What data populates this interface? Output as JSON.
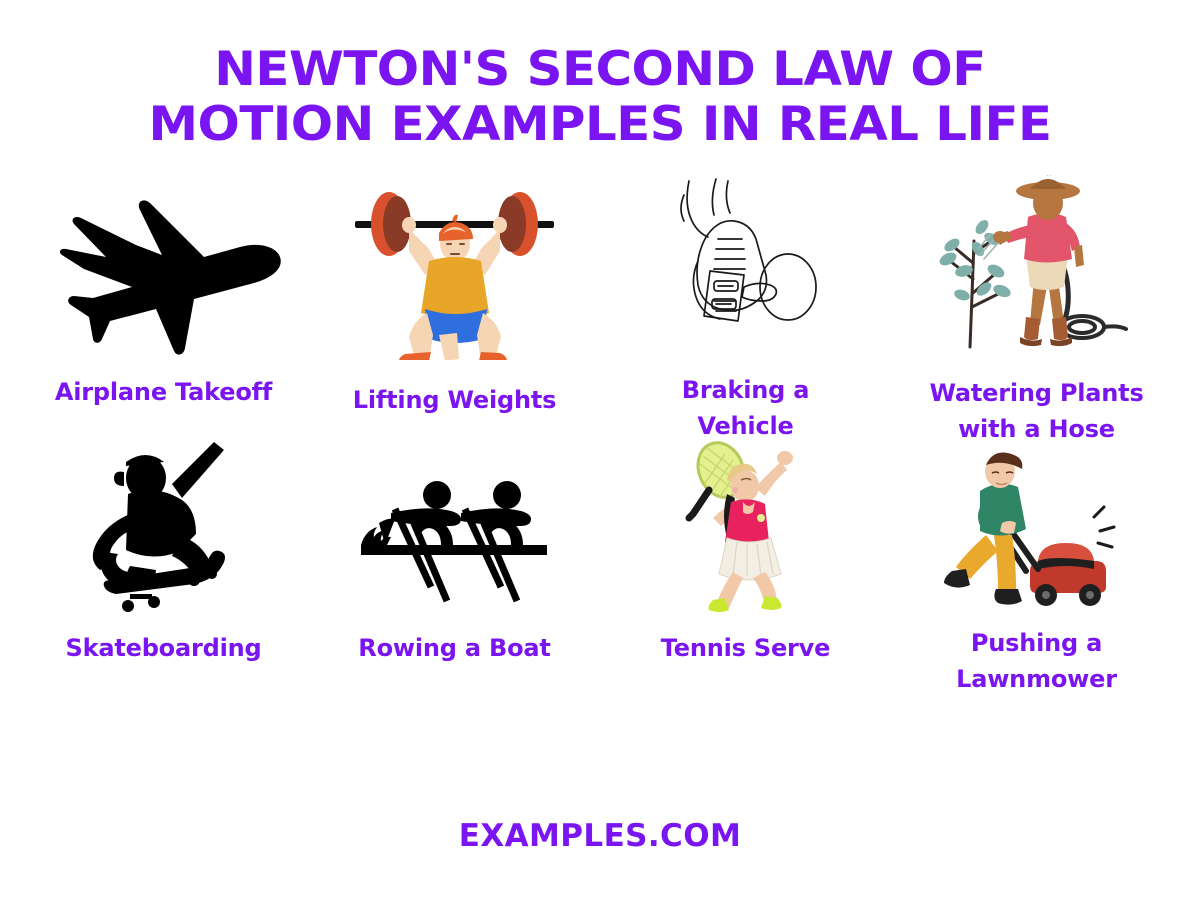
{
  "page": {
    "background_color": "#ffffff",
    "accent_color": "#7a14f0"
  },
  "title": {
    "line1": "NEWTON'S SECOND LAW OF",
    "line2": "MOTION EXAMPLES IN REAL LIFE"
  },
  "examples": [
    {
      "label": "Airplane Takeoff",
      "icon": "airplane-silhouette-icon",
      "style": "black-silhouette",
      "colors": {
        "main": "#000000"
      }
    },
    {
      "label": "Lifting Weights",
      "icon": "weightlifter-icon",
      "style": "flat-illustration",
      "colors": {
        "shirt": "#e8a628",
        "shorts": "#2f6fdd",
        "hair": "#e8622c",
        "skin": "#f6d5b4",
        "shoes": "#e8622c",
        "plate_outer": "#d9512c",
        "plate_inner": "#8a3b28",
        "bar": "#111111"
      }
    },
    {
      "label": "Braking a Vehicle",
      "icon": "foot-on-brake-pedal-icon",
      "style": "line-art",
      "colors": {
        "stroke": "#1a1a1a"
      }
    },
    {
      "label": "Watering Plants with a Hose",
      "label_line1": "Watering Plants",
      "label_line2": "with a Hose",
      "icon": "person-watering-plant-icon",
      "style": "flat-illustration",
      "colors": {
        "shirt": "#e2556a",
        "shorts": "#ecd9b8",
        "hat": "#b5763f",
        "skin": "#b5773f",
        "boots": "#a55c33",
        "leaves": "#7fafa8",
        "stem": "#3b2b26",
        "hose": "#2b2b2b"
      }
    },
    {
      "label": "Skateboarding",
      "icon": "skateboarder-silhouette-icon",
      "style": "black-silhouette",
      "colors": {
        "main": "#000000"
      }
    },
    {
      "label": "Rowing a Boat",
      "icon": "rowing-pictogram-icon",
      "style": "black-pictogram",
      "colors": {
        "main": "#000000"
      }
    },
    {
      "label": "Tennis Serve",
      "icon": "tennis-player-serving-icon",
      "style": "flat-illustration",
      "colors": {
        "top": "#e8225f",
        "skirt": "#f2eee3",
        "shoes": "#c8e832",
        "skin": "#f2c9a8",
        "hair": "#e8c98a",
        "racket_strings": "#e4ef8f",
        "racket_handle": "#1a1a1a"
      }
    },
    {
      "label": "Pushing a Lawnmower",
      "label_line1": "Pushing a",
      "label_line2": "Lawnmower",
      "icon": "person-pushing-lawnmower-icon",
      "style": "flat-illustration",
      "colors": {
        "sweater": "#2f8565",
        "pants": "#e8a92c",
        "shoes": "#1f1f1f",
        "mower_body": "#c0392b",
        "mower_top": "#d94f3d",
        "skin": "#f2c9a8",
        "hair": "#5a2f1c"
      }
    }
  ],
  "footer": {
    "brand": "EXAMPLES.COM"
  }
}
